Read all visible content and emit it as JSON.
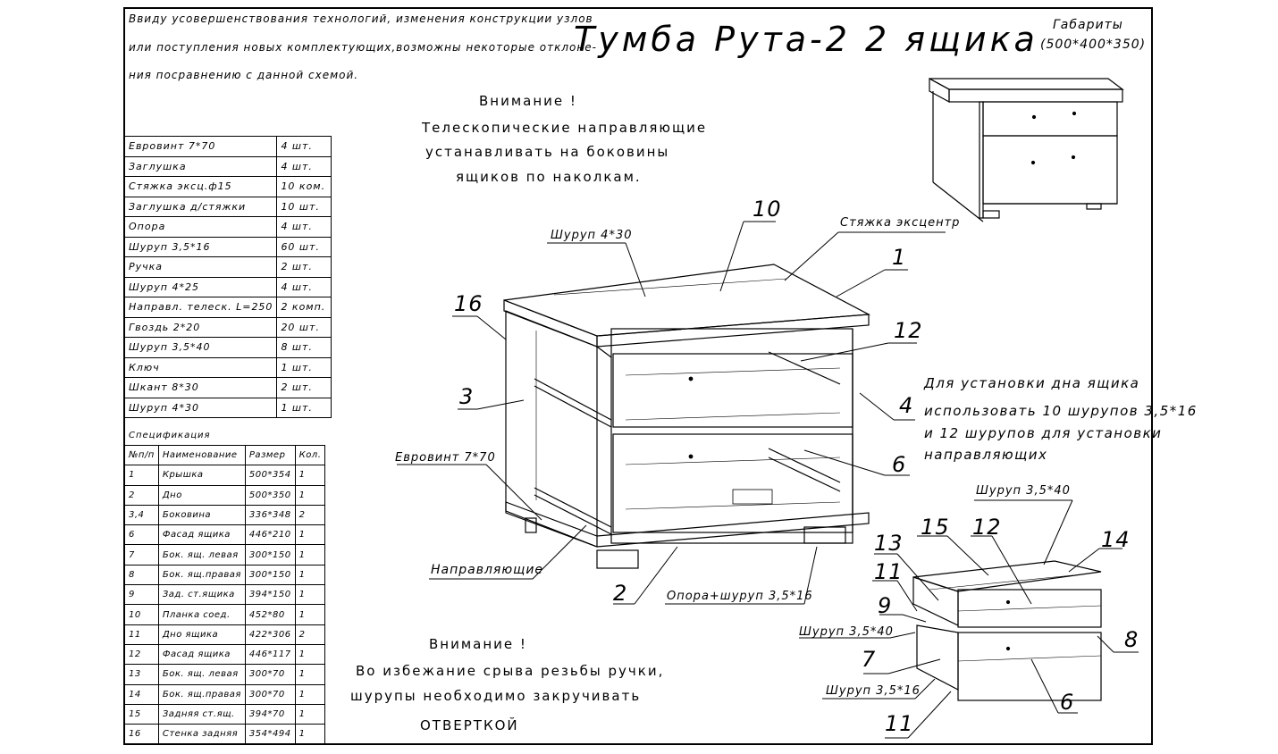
{
  "notice_lines": [
    "Ввиду усовершенствования технологий, изменения конструкции узлов",
    "или поступления новых комплектующих,возможны некоторые отклоне-",
    "ния посравнению с данной схемой."
  ],
  "title": "Тумба Рута-2 2 ящика",
  "dimensions": {
    "label": "Габариты",
    "value": "(500*400*350)"
  },
  "attention_top": {
    "heading": "Внимание !",
    "lines": [
      "Телескопические направляющие",
      "устанавливать на боковины",
      "ящиков по наколкам."
    ]
  },
  "attention_bottom": {
    "heading": "Внимание !",
    "lines": [
      "Во избежание срыва резьбы ручки,",
      "шурупы необходимо закручивать",
      "ОТВЕРТКОЙ"
    ]
  },
  "bottom_instruction": [
    "Для установки дна ящика",
    "использовать 10 шурупов 3,5*16",
    "и 12 шурупов для установки",
    "направляющих"
  ],
  "hardware": [
    [
      "Евровинт 7*70",
      "4 шт."
    ],
    [
      "Заглушка",
      "4 шт."
    ],
    [
      "Стяжка эксц.ф15",
      "10 ком."
    ],
    [
      "Заглушка д/стяжки",
      "10 шт."
    ],
    [
      "Опора",
      "4 шт."
    ],
    [
      "Шуруп 3,5*16",
      "60 шт."
    ],
    [
      "Ручка",
      "2 шт."
    ],
    [
      "Шуруп 4*25",
      "4 шт."
    ],
    [
      "Направл. телеск. L=250",
      "2 комп."
    ],
    [
      "Гвоздь 2*20",
      "20 шт."
    ],
    [
      "Шуруп 3,5*40",
      "8 шт."
    ],
    [
      "Ключ",
      "1 шт."
    ],
    [
      "Шкант 8*30",
      "2 шт."
    ],
    [
      "Шуруп 4*30",
      "1 шт."
    ]
  ],
  "spec_caption": "Спецификация",
  "spec_headers": [
    "№п/п",
    "Наименование",
    "Размер",
    "Кол."
  ],
  "spec_rows": [
    [
      "1",
      "Крышка",
      "500*354",
      "1"
    ],
    [
      "2",
      "Дно",
      "500*350",
      "1"
    ],
    [
      "3,4",
      "Боковина",
      "336*348",
      "2"
    ],
    [
      "6",
      "Фасад ящика",
      "446*210",
      "1"
    ],
    [
      "7",
      "Бок. ящ. левая",
      "300*150",
      "1"
    ],
    [
      "8",
      "Бок. ящ.правая",
      "300*150",
      "1"
    ],
    [
      "9",
      "Зад. ст.ящика",
      "394*150",
      "1"
    ],
    [
      "10",
      "Планка соед.",
      "452*80",
      "1"
    ],
    [
      "11",
      "Дно ящика",
      "422*306",
      "2"
    ],
    [
      "12",
      "Фасад ящика",
      "446*117",
      "1"
    ],
    [
      "13",
      "Бок. ящ. левая",
      "300*70",
      "1"
    ],
    [
      "14",
      "Бок. ящ.правая",
      "300*70",
      "1"
    ],
    [
      "15",
      "Задняя ст.ящ.",
      "394*70",
      "1"
    ],
    [
      "16",
      "Стенка задняя",
      "354*494",
      "1"
    ]
  ],
  "callouts": {
    "screw_4_30": "Шуруп 4*30",
    "eccentric": "Стяжка эксцентр",
    "eurovint": "Евровинт 7*70",
    "guides": "Направляющие",
    "leg": "Опора+шуруп 3,5*16",
    "screw_35_40_a": "Шуруп 3,5*40",
    "screw_35_40_b": "Шуруп 3,5*40",
    "screw_35_16": "Шуруп 3,5*16"
  },
  "part_numbers": {
    "n10": "10",
    "n1": "1",
    "n16": "16",
    "n12": "12",
    "n3": "3",
    "n4": "4",
    "n6": "6",
    "n2": "2",
    "n15": "15",
    "n12b": "12",
    "n14": "14",
    "n13": "13",
    "n11": "11",
    "n9": "9",
    "n8": "8",
    "n7": "7",
    "n6b": "6",
    "n11b": "11"
  }
}
